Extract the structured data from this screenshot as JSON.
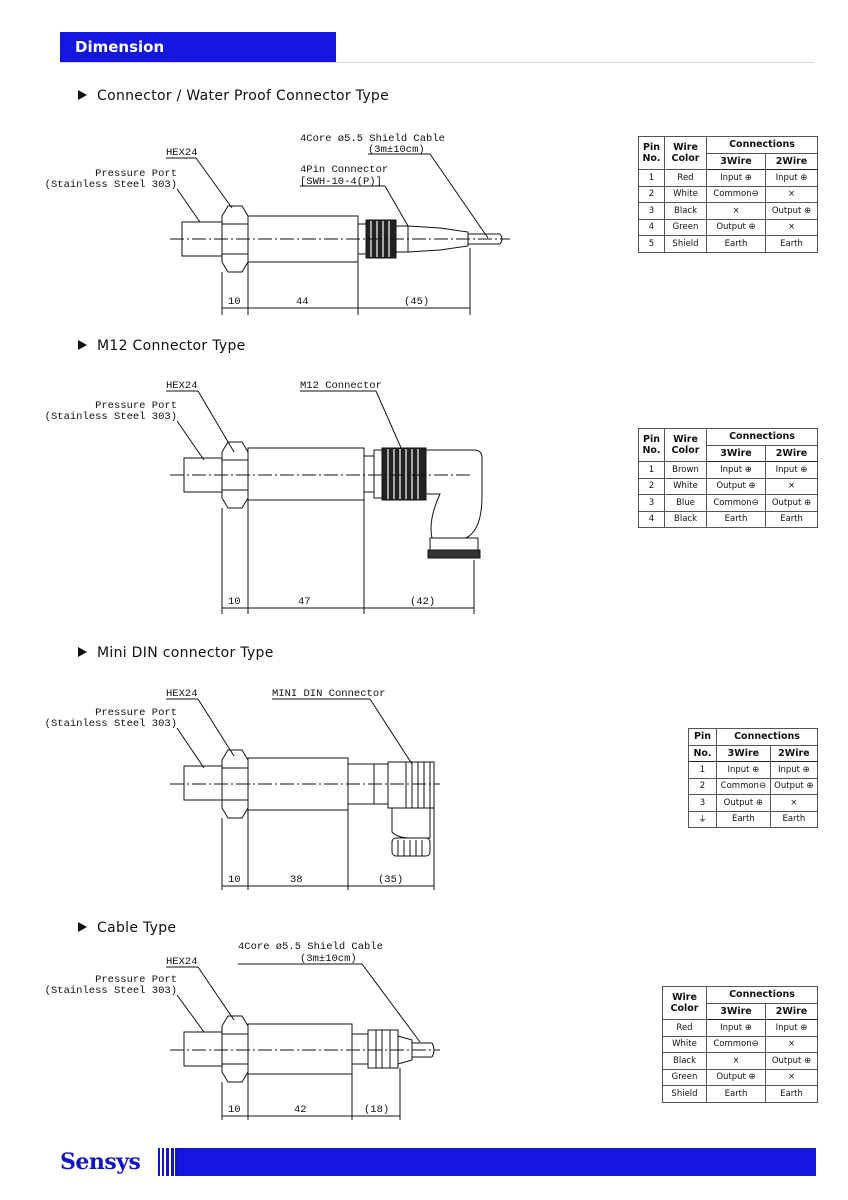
{
  "header": {
    "title": "Dimension"
  },
  "sections": [
    {
      "title": "Connector / Water Proof Connector Type",
      "labels": {
        "hex": "HEX24",
        "port1": "Pressure Port",
        "port2": "(Stainless Steel 303)",
        "cable1": "4Core ø5.5 Shield Cable",
        "cable2": "(3m±10cm)",
        "conn1": "4Pin Connector",
        "conn2": "[SWH-10-4(P)]"
      },
      "dims": [
        "10",
        "44",
        "(45)"
      ],
      "table": {
        "h_pin": [
          "Pin",
          "No."
        ],
        "h_wire": [
          "Wire",
          "Color"
        ],
        "h_conn": "Connections",
        "h_3": "3Wire",
        "h_2": "2Wire",
        "rows": [
          [
            "1",
            "Red",
            "Input ⊕",
            "Input ⊕"
          ],
          [
            "2",
            "White",
            "Common⊖",
            "×"
          ],
          [
            "3",
            "Black",
            "×",
            "Output ⊕"
          ],
          [
            "4",
            "Green",
            "Output ⊕",
            "×"
          ],
          [
            "5",
            "Shield",
            "Earth",
            "Earth"
          ]
        ]
      }
    },
    {
      "title": "M12 Connector Type",
      "labels": {
        "hex": "HEX24",
        "port1": "Pressure Port",
        "port2": "(Stainless Steel 303)",
        "conn1": "M12 Connector"
      },
      "dims": [
        "10",
        "47",
        "(42)"
      ],
      "table": {
        "h_pin": [
          "Pin",
          "No."
        ],
        "h_wire": [
          "Wire",
          "Color"
        ],
        "h_conn": "Connections",
        "h_3": "3Wire",
        "h_2": "2Wire",
        "rows": [
          [
            "1",
            "Brown",
            "Input ⊕",
            "Input ⊕"
          ],
          [
            "2",
            "White",
            "Output ⊕",
            "×"
          ],
          [
            "3",
            "Blue",
            "Common⊖",
            "Output ⊕"
          ],
          [
            "4",
            "Black",
            "Earth",
            "Earth"
          ]
        ]
      }
    },
    {
      "title": "Mini DIN connector Type",
      "labels": {
        "hex": "HEX24",
        "port1": "Pressure Port",
        "port2": "(Stainless Steel 303)",
        "conn1": "MINI DIN Connector"
      },
      "dims": [
        "10",
        "38",
        "(35)"
      ],
      "table": {
        "h_pin": [
          "Pin",
          "No."
        ],
        "h_conn": "Connections",
        "h_3": "3Wire",
        "h_2": "2Wire",
        "rows": [
          [
            "1",
            "Input ⊕",
            "Input ⊕"
          ],
          [
            "2",
            "Common⊖",
            "Output ⊕"
          ],
          [
            "3",
            "Output ⊕",
            "×"
          ],
          [
            "⏚",
            "Earth",
            "Earth"
          ]
        ]
      }
    },
    {
      "title": "Cable Type",
      "labels": {
        "hex": "HEX24",
        "port1": "Pressure Port",
        "port2": "(Stainless Steel 303)",
        "cable1": "4Core ø5.5 Shield Cable",
        "cable2": "(3m±10cm)"
      },
      "dims": [
        "10",
        "42",
        "(18)"
      ],
      "table": {
        "h_wire": [
          "Wire",
          "Color"
        ],
        "h_conn": "Connections",
        "h_3": "3Wire",
        "h_2": "2Wire",
        "rows": [
          [
            "Red",
            "Input ⊕",
            "Input ⊕"
          ],
          [
            "White",
            "Common⊖",
            "×"
          ],
          [
            "Black",
            "×",
            "Output ⊕"
          ],
          [
            "Green",
            "Output ⊕",
            "×"
          ],
          [
            "Shield",
            "Earth",
            "Earth"
          ]
        ]
      }
    }
  ],
  "footer": {
    "logo": "Sensys",
    "brand_color": "#1515e0"
  }
}
